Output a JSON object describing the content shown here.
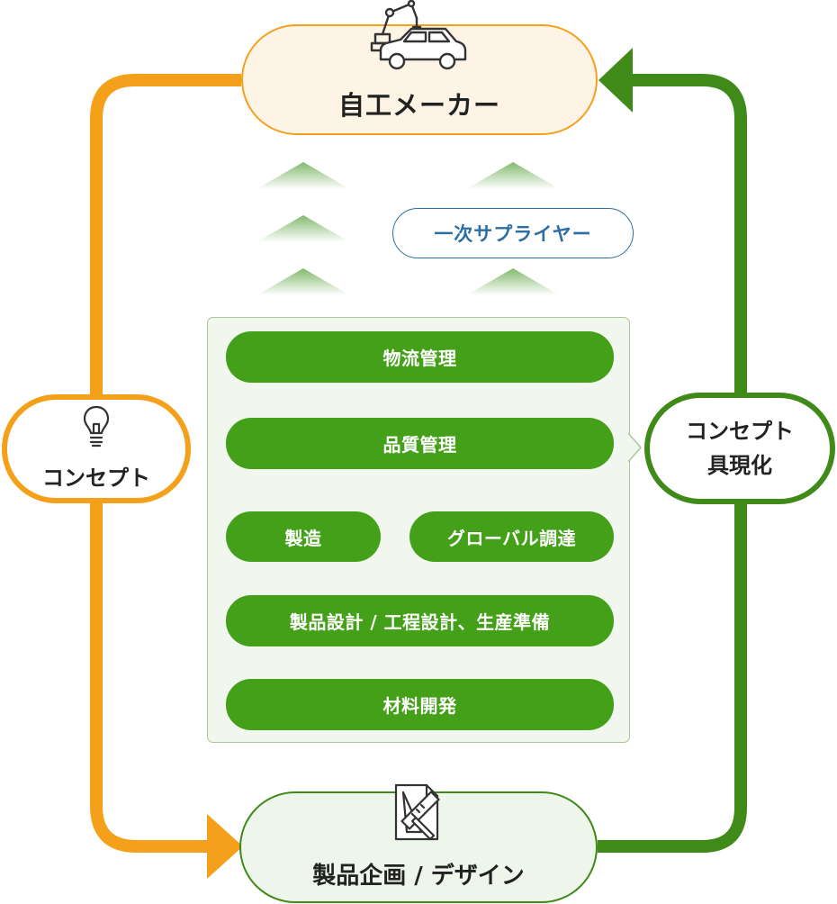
{
  "nodes": {
    "oem": "自工メーカー",
    "planning": "製品企画 / デザイン",
    "concept": "コンセプト",
    "realization": [
      "コンセプト",
      "具現化"
    ]
  },
  "supplier_label": "一次サプライヤー",
  "process_steps": {
    "logistics": "物流管理",
    "quality": "品質管理",
    "manufacturing": "製造",
    "global_sourcing": "グローバル調達",
    "design_prep": "製品設計 / 工程設計、生産準備",
    "materials": "材料開発"
  },
  "icons": [
    "car-robot-arm-icon",
    "lightbulb-icon",
    "design-ruler-icon"
  ],
  "colors": {
    "orange": "#f5a01a",
    "green": "#3f8a19",
    "step_green": "#44a018",
    "supplier_blue": "#2b6ea3"
  }
}
